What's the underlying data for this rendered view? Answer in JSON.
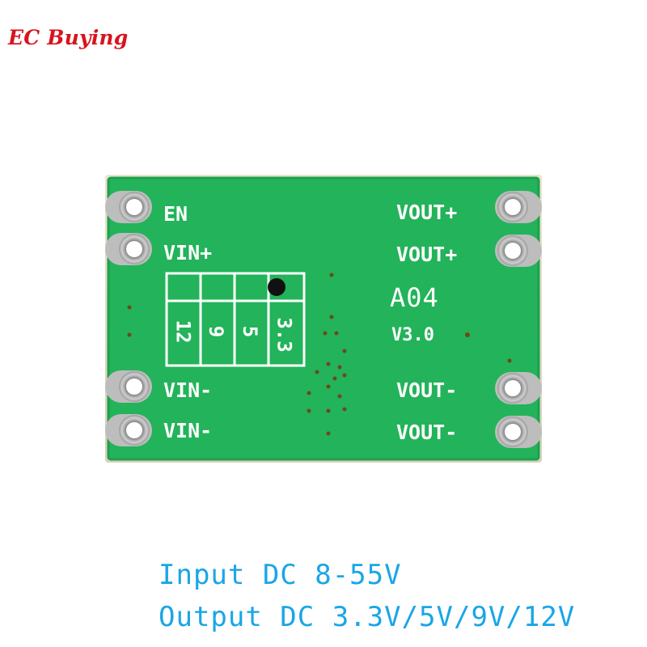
{
  "watermark": "EC Buying",
  "board": {
    "pins_left": [
      "EN",
      "VIN+",
      "VIN-",
      "VIN-"
    ],
    "pins_right": [
      "VOUT+",
      "VOUT+",
      "VOUT-",
      "VOUT-"
    ],
    "model": "A04",
    "version": "V3.0",
    "voltage_selector": [
      "12",
      "9",
      "5",
      "3.3"
    ]
  },
  "caption": {
    "line1": "Input DC 8-55V",
    "line2": "Output DC 3.3V/5V/9V/12V"
  }
}
